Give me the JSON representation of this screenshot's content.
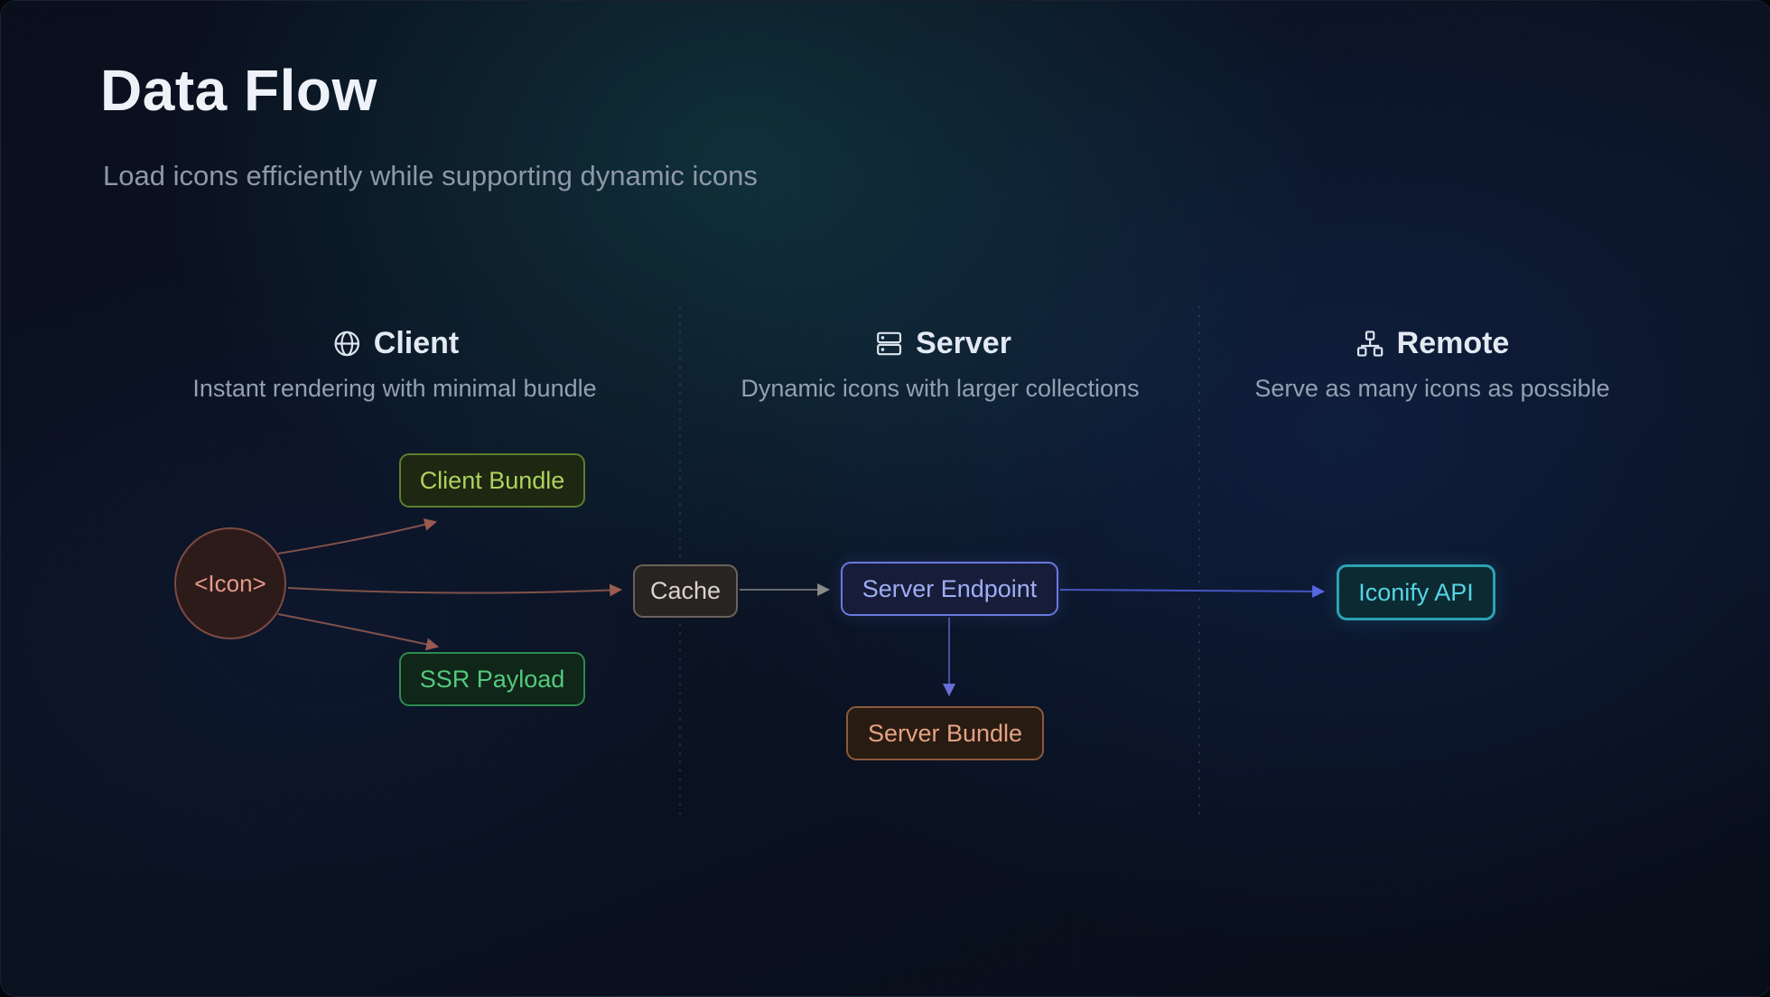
{
  "page": {
    "title": "Data Flow",
    "subtitle": "Load icons efficiently while supporting dynamic icons"
  },
  "columns": [
    {
      "title": "Client",
      "icon": "globe-icon",
      "description": "Instant rendering with minimal bundle"
    },
    {
      "title": "Server",
      "icon": "server-icon",
      "description": "Dynamic icons with larger collections"
    },
    {
      "title": "Remote",
      "icon": "network-icon",
      "description": "Serve as many icons as possible"
    }
  ],
  "nodes": {
    "icon": {
      "label": "<Icon>",
      "shape": "circle",
      "text_color": "#e59a8c",
      "border_color": "#7c4a42",
      "bg_color": "#2d1b19"
    },
    "client_bundle": {
      "label": "Client Bundle",
      "shape": "rounded-rect",
      "text_color": "#aed25e",
      "border_color": "#5e7e2e",
      "bg_color": "#1d2711"
    },
    "ssr_payload": {
      "label": "SSR Payload",
      "shape": "rounded-rect",
      "text_color": "#53c97e",
      "border_color": "#2e8a50",
      "bg_color": "#0f2618"
    },
    "cache": {
      "label": "Cache",
      "shape": "rounded-rect",
      "text_color": "#d9d3cb",
      "border_color": "#6b625a",
      "bg_color": "#282421"
    },
    "server_endpoint": {
      "label": "Server Endpoint",
      "shape": "rounded-rect",
      "text_color": "#9fadf5",
      "border_color": "#6a79e0",
      "bg_color": "#171d39"
    },
    "server_bundle": {
      "label": "Server Bundle",
      "shape": "rounded-rect",
      "text_color": "#e5a181",
      "border_color": "#8a5a3c",
      "bg_color": "#281b12"
    },
    "iconify_api": {
      "label": "Iconify API",
      "shape": "rounded-rect",
      "text_color": "#54d5e5",
      "border_color": "#2da2b4",
      "bg_color": "#0c2a32"
    }
  },
  "edges": [
    {
      "from": "icon",
      "to": "client_bundle",
      "color": "#82514a"
    },
    {
      "from": "icon",
      "to": "cache",
      "color": "#82514a"
    },
    {
      "from": "icon",
      "to": "ssr_payload",
      "color": "#82514a"
    },
    {
      "from": "cache",
      "to": "server_endpoint",
      "color": "#7a7a7a"
    },
    {
      "from": "server_endpoint",
      "to": "server_bundle",
      "color": "#5d63c9"
    },
    {
      "from": "server_endpoint",
      "to": "iconify_api",
      "color": "#4a5cd0"
    }
  ]
}
